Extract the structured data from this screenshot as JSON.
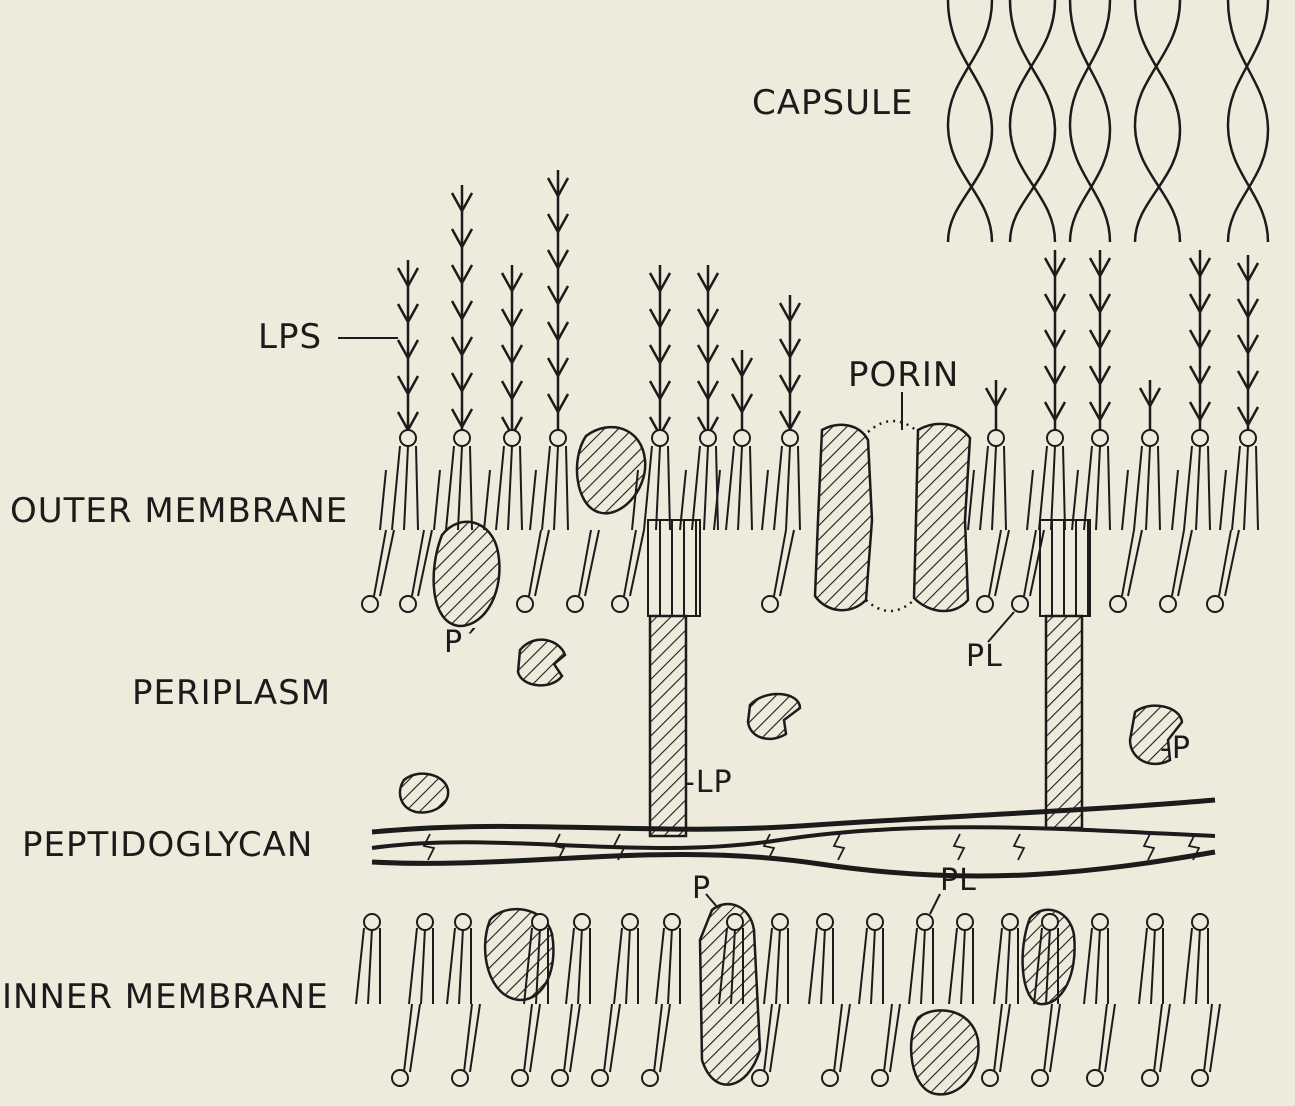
{
  "labels": {
    "capsule": "CAPSULE",
    "lps": "LPS",
    "porin": "PORIN",
    "outer_membrane": "OUTER MEMBRANE",
    "periplasm": "PERIPLASM",
    "peptidoglycan": "PEPTIDOGLYCAN",
    "inner_membrane": "INNER MEMBRANE",
    "p_prime": "P´",
    "pl_outer": "PL",
    "lp": "-LP",
    "p_right": "-P",
    "p_inner": "P",
    "pl_inner": "PL"
  },
  "colors": {
    "background": "#eeebdd",
    "ink": "#1b1b1b"
  }
}
